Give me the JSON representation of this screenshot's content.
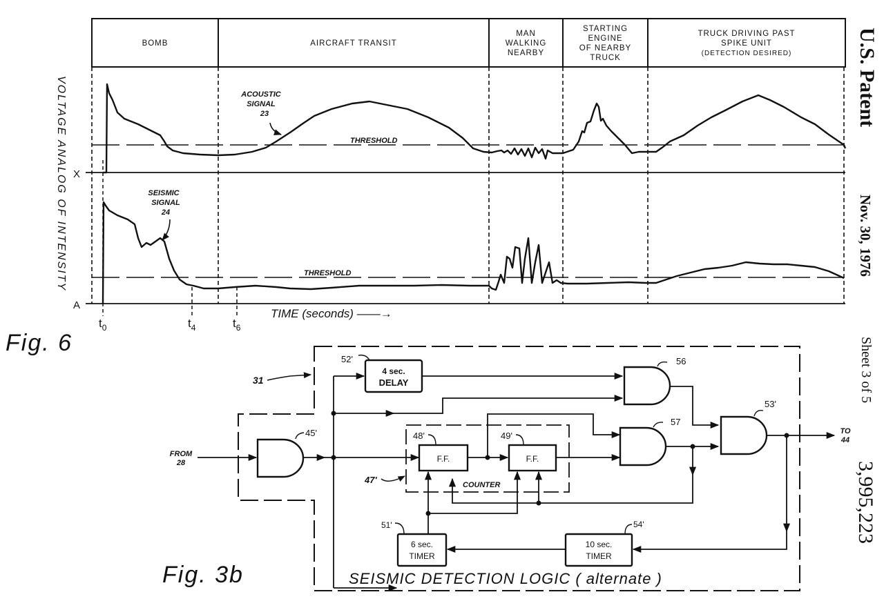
{
  "sidebar_header": {
    "publisher": "U.S. Patent",
    "date": "Nov. 30, 1976",
    "sheet": "Sheet 3 of 5",
    "patent_number": "3,995,223"
  },
  "fig6": {
    "caption": "Fig. 6",
    "y_axis_label": "VOLTAGE ANALOG OF INTENSITY",
    "y_markers": [
      "X",
      "A"
    ],
    "x_axis_label": "TIME (seconds) ——→",
    "time_markers": [
      {
        "label": "t",
        "sub": "0",
        "prime": true
      },
      {
        "label": "t",
        "sub": "4",
        "prime": true
      },
      {
        "label": "t",
        "sub": "6",
        "prime": true
      }
    ],
    "events": [
      {
        "lines": [
          "BOMB"
        ]
      },
      {
        "lines": [
          "AIRCRAFT  TRANSIT"
        ]
      },
      {
        "lines": [
          "MAN",
          "WALKING",
          "NEARBY"
        ]
      },
      {
        "lines": [
          "STARTING",
          "ENGINE",
          "OF NEARBY",
          "TRUCK"
        ]
      },
      {
        "lines": [
          "TRUCK DRIVING PAST",
          "SPIKE UNIT",
          "(DETECTION DESIRED)"
        ]
      }
    ],
    "acoustic": {
      "name": [
        "ACOUSTIC",
        "SIGNAL",
        "23"
      ],
      "threshold_label": "THRESHOLD"
    },
    "seismic": {
      "name": [
        "SEISMIC",
        "SIGNAL",
        "24"
      ],
      "threshold_label": "THRESHOLD"
    }
  },
  "fig3b": {
    "caption": "Fig. 3b",
    "title": "SEISMIC  DETECTION  LOGIC  ( alternate )",
    "ref_31": "31",
    "input": [
      "FROM",
      "28"
    ],
    "output": [
      "TO",
      "44"
    ],
    "blocks": {
      "delay": {
        "ref": "52'",
        "lines": [
          "4 sec.",
          "DELAY"
        ]
      },
      "ff1": {
        "ref": "48'",
        "label": "F.F."
      },
      "ff2": {
        "ref": "49'",
        "label": "F.F."
      },
      "counter": {
        "ref": "47'",
        "label": "COUNTER"
      },
      "timer6": {
        "ref": "51'",
        "lines": [
          "6 sec.",
          "TIMER"
        ]
      },
      "timer10": {
        "ref": "54'",
        "lines": [
          "10 sec.",
          "TIMER"
        ]
      }
    },
    "gates": {
      "and45": "45'",
      "and56": "56",
      "and57": "57",
      "and53": "53'"
    }
  }
}
